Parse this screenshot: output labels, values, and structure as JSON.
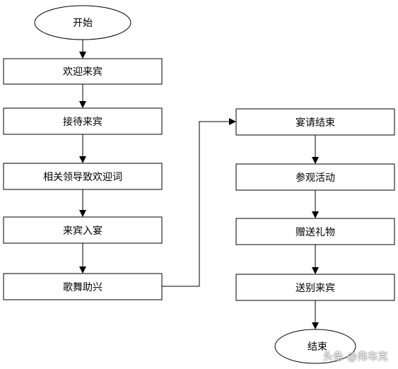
{
  "diagram": {
    "start": "开始",
    "left_steps": [
      "欢迎来宾",
      "接待来宾",
      "相关领导致欢迎词",
      "来宾入宴",
      "歌舞助兴"
    ],
    "right_steps": [
      "宴请结束",
      "参观活动",
      "赠送礼物",
      "送别来宾"
    ],
    "end": "结束"
  },
  "watermark": "头条 @弗布克"
}
